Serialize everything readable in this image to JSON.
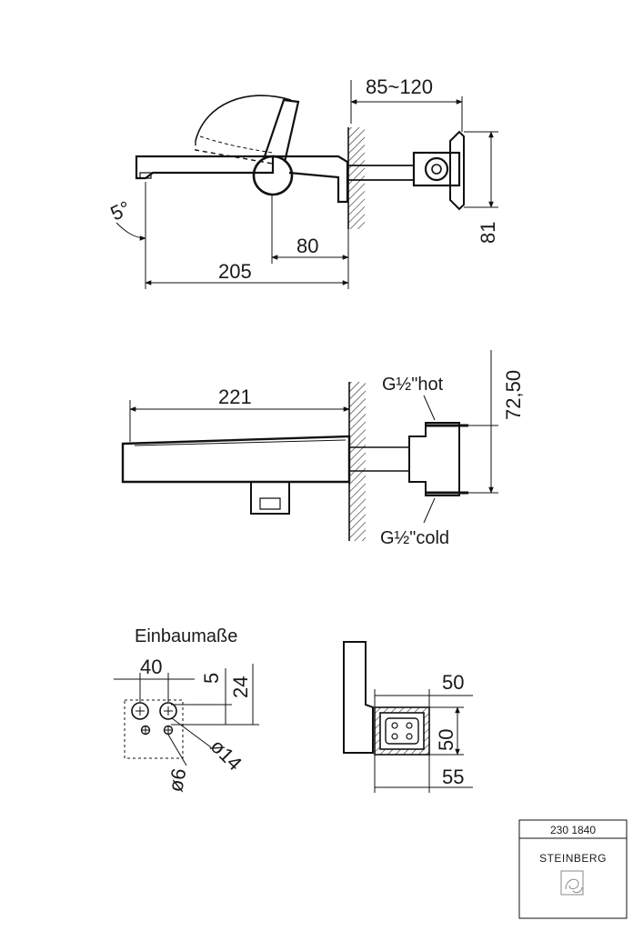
{
  "view_side": {
    "dim_wall_range": "85~120",
    "dim_angle": "5°",
    "dim_height": "81",
    "dim_handle": "80",
    "dim_length": "205"
  },
  "view_top": {
    "dim_length": "221",
    "dim_depth": "72,50",
    "label_hot": "G½\"hot",
    "label_cold": "G½\"cold"
  },
  "view_install": {
    "title": "Einbaumaße",
    "dim_spacing": "40",
    "dim_small": "5",
    "dim_offset": "24",
    "dim_bore_large": "ø14",
    "dim_bore_small": "ø6"
  },
  "view_box": {
    "dim_width": "50",
    "dim_height": "50",
    "dim_outer": "55"
  },
  "title_block": {
    "code": "230 1840",
    "brand": "STEINBERG"
  }
}
